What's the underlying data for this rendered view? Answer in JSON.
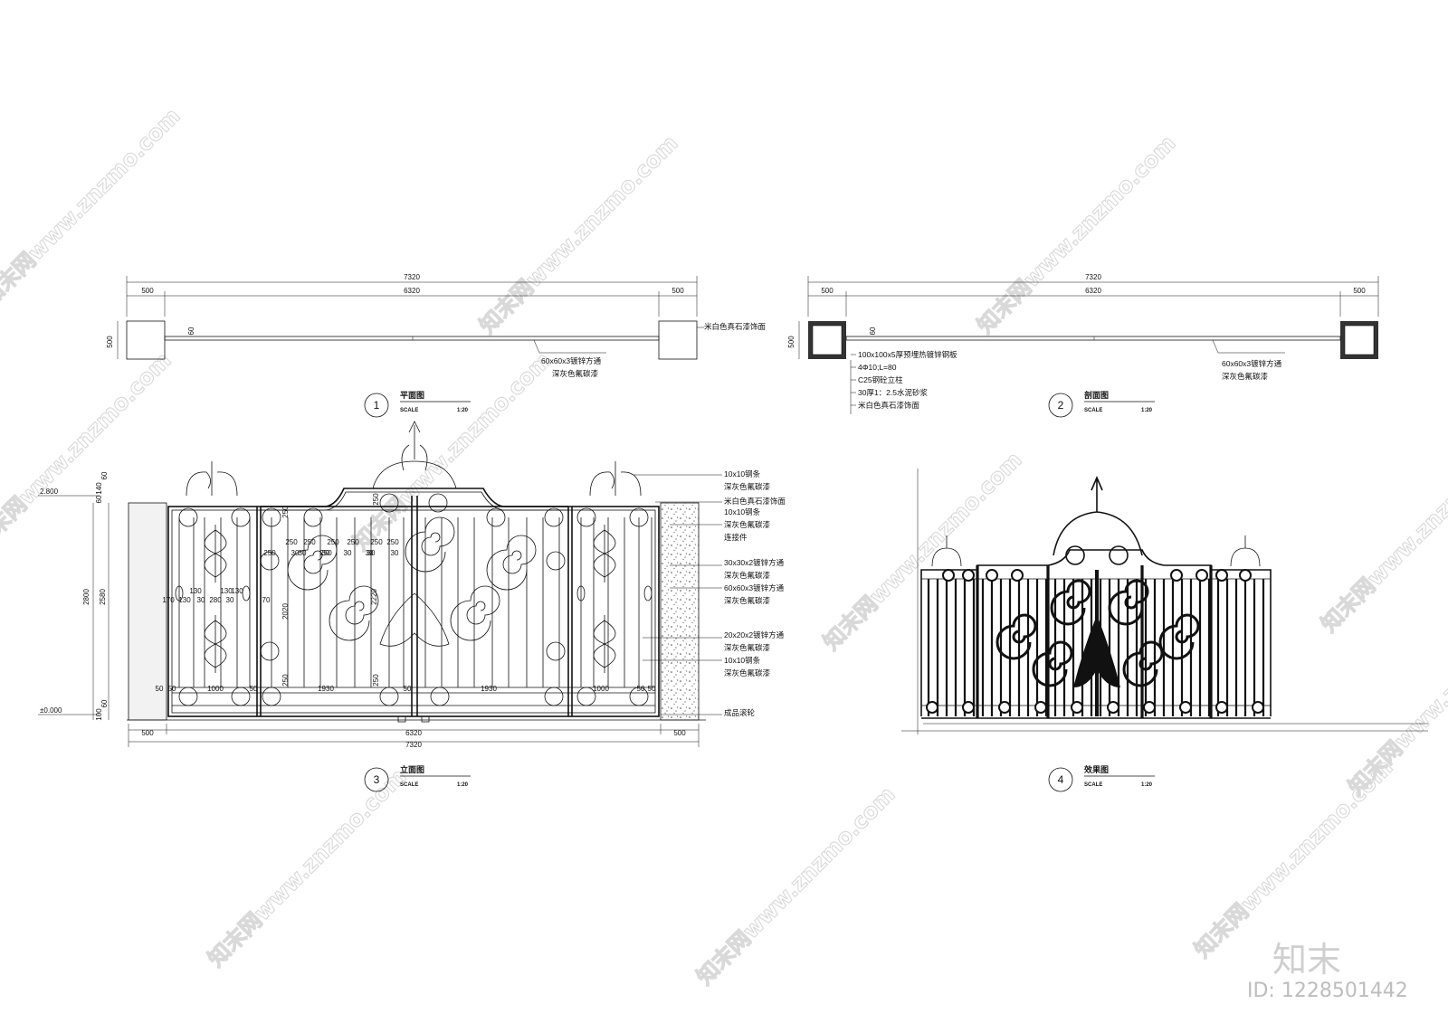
{
  "drawing": {
    "plan": {
      "title": "平面图",
      "number": "1",
      "scale_label": "SCALE",
      "scale_value": "1:20",
      "dim_total": "7320",
      "dim_left": "500",
      "dim_middle": "6320",
      "dim_right": "500",
      "dim_height": "500",
      "dim_bar": "60",
      "note_finish": "米白色真石漆饰面",
      "note_tube": "60x60x3镀锌方通",
      "note_paint": "深灰色氟碳漆"
    },
    "section": {
      "title": "剖面图",
      "number": "2",
      "scale_label": "SCALE",
      "scale_value": "1:20",
      "dim_total": "7320",
      "dim_left": "500",
      "dim_middle": "6320",
      "dim_right": "500",
      "dim_height": "500",
      "dim_bar": "60",
      "notes": [
        "100x100x5厚预埋热镀锌钢板",
        "4Φ10;L=80",
        "C25钢砼立柱",
        "30厚1：2.5水泥砂浆",
        "米白色真石漆饰面"
      ],
      "note_tube": "60x60x3镀锌方通",
      "note_paint": "深灰色氟碳漆"
    },
    "elevation": {
      "title": "立面图",
      "number": "3",
      "scale_label": "SCALE",
      "scale_value": "1:20",
      "level_top": "2.800",
      "level_zero": "±0.000",
      "dim_total": "7320",
      "dim_left": "500",
      "dim_middle": "6320",
      "dim_right": "500",
      "vdims": [
        "60",
        "140",
        "60",
        "2800",
        "2580",
        "100",
        "60"
      ],
      "notes": [
        "10x10钢条",
        "深灰色氟碳漆",
        "米白色真石漆饰面",
        "10x10钢条",
        "深灰色氟碳漆",
        "连接件",
        "30x30x2镀锌方通",
        "深灰色氟碳漆",
        "60x60x3镀锌方通",
        "深灰色氟碳漆",
        "20x20x2镀锌方通",
        "深灰色氟碳漆",
        "10x10钢条",
        "深灰色氟碳漆",
        "成品滚轮"
      ],
      "inner_dims": {
        "bottom": [
          "50",
          "50",
          "1000",
          "50",
          "1930",
          "50",
          "1930",
          "1000",
          "50",
          "50"
        ],
        "spacing": [
          "250",
          "250",
          "250",
          "250",
          "250",
          "250"
        ],
        "small": [
          "30",
          "30",
          "30",
          "30"
        ],
        "vertical": [
          "250",
          "2020",
          "2220",
          "250",
          "250",
          "250"
        ],
        "side": [
          "130",
          "130",
          "170",
          "130",
          "30",
          "280",
          "30",
          "130",
          "70"
        ],
        "top": [
          "250",
          "30",
          "250",
          "30",
          "30"
        ]
      }
    },
    "render": {
      "title": "效果图",
      "number": "4",
      "scale_label": "SCALE",
      "scale_value": "1:20"
    }
  },
  "watermark": {
    "text": "知末网www.znzmo.com"
  },
  "brand": {
    "logo": "知末",
    "id_label": "ID: 1228501442"
  },
  "colors": {
    "line": "#111111",
    "watermark": "#d9d9d9",
    "brand": "#cfcfcf"
  }
}
